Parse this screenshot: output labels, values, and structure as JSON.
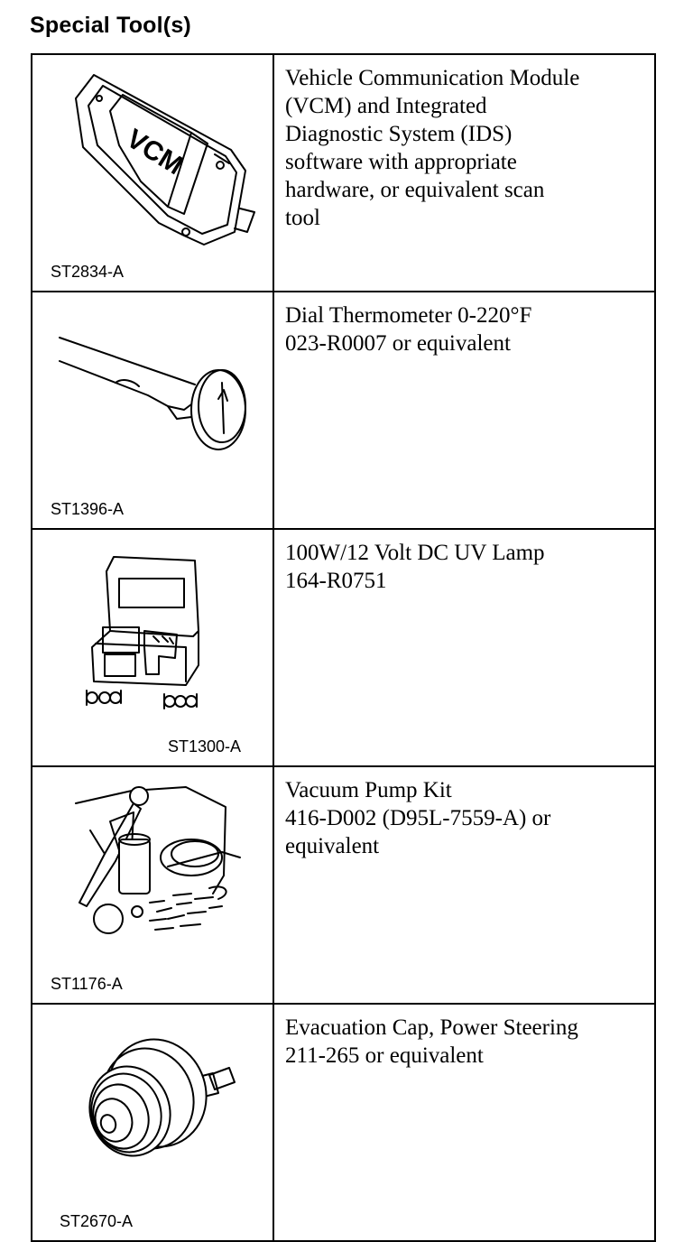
{
  "header": {
    "title": "Special Tool(s)"
  },
  "tools": [
    {
      "code": "ST2834-A",
      "icon": "vcm-module-icon",
      "description_lines": [
        "Vehicle Communication Module",
        "(VCM) and Integrated",
        "Diagnostic System (IDS)",
        "software with appropriate",
        "hardware, or equivalent scan",
        "tool"
      ],
      "device_label": "VCM"
    },
    {
      "code": "ST1396-A",
      "icon": "dial-thermometer-icon",
      "description_lines": [
        "Dial Thermometer 0-220°F",
        "023-R0007 or equivalent"
      ]
    },
    {
      "code": "ST1300-A",
      "icon": "uv-lamp-kit-icon",
      "description_lines": [
        "100W/12 Volt DC UV Lamp",
        "164-R0751"
      ]
    },
    {
      "code": "ST1176-A",
      "icon": "vacuum-pump-kit-icon",
      "description_lines": [
        "Vacuum Pump Kit",
        "416-D002 (D95L-7559-A) or",
        "equivalent"
      ]
    },
    {
      "code": "ST2670-A",
      "icon": "evacuation-cap-icon",
      "description_lines": [
        "Evacuation Cap, Power Steering",
        "211-265 or equivalent"
      ]
    }
  ]
}
